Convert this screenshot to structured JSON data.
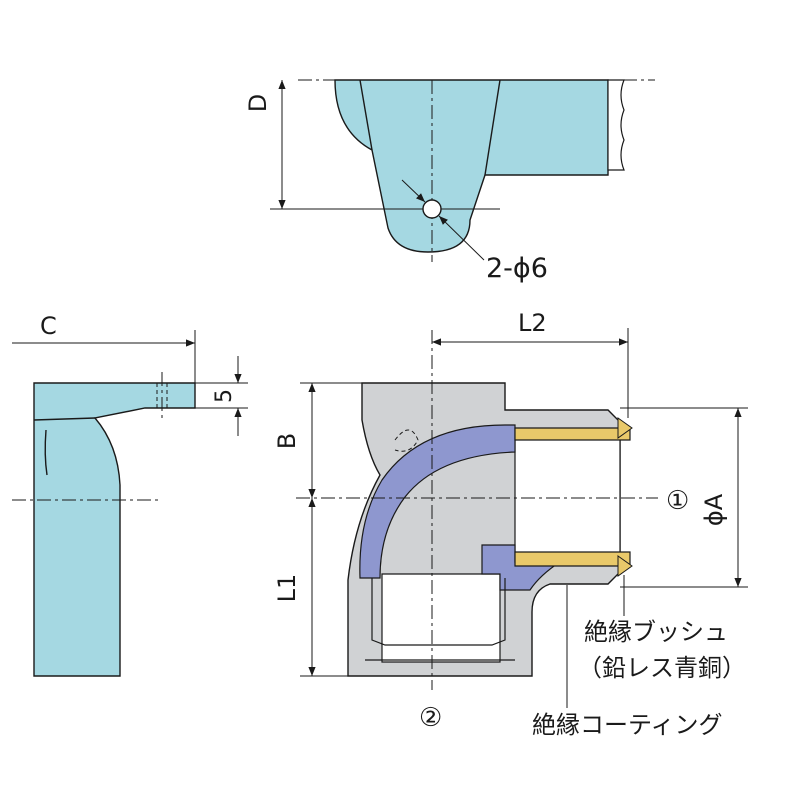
{
  "colors": {
    "body_blue": "#a5d8e2",
    "body_grey": "#d0d2d4",
    "coating": "#8e97cf",
    "bushing_brass": "#e9c96a",
    "line": "#1a1a1a"
  },
  "views": {
    "top": {
      "dim_d": "D",
      "hole_label": "2-ϕ6"
    },
    "side": {
      "dim_c": "C",
      "dim_5": "5"
    },
    "section": {
      "dim_l2": "L2",
      "dim_b": "B",
      "dim_l1": "L1",
      "dim_a": "ϕA",
      "port1": "①",
      "port2": "②",
      "bushing_label_line1": "絶縁ブッシュ",
      "bushing_label_line2": "（鉛レス青銅）",
      "coating_label": "絶縁コーティング"
    }
  }
}
